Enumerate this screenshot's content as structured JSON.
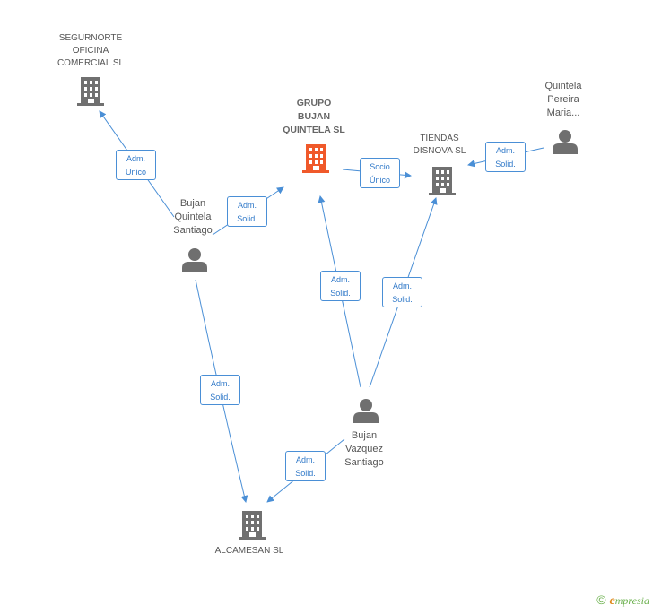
{
  "colors": {
    "edge": "#4a8fd6",
    "company_icon": "#707070",
    "main_company_icon": "#f0592a",
    "person_icon": "#6f6f6f",
    "brand_green": "#6ab04c",
    "brand_orange": "#e08a1e"
  },
  "nodes": {
    "segurnorte": {
      "label": "SEGURNORTE\nOFICINA\nCOMERCIAL  SL",
      "icon": "building-icon"
    },
    "grupo": {
      "label": "GRUPO\nBUJAN\nQUINTELA SL",
      "icon": "building-icon"
    },
    "tiendas": {
      "label": "TIENDAS\nDISNOVA SL",
      "icon": "building-icon"
    },
    "quintela": {
      "label": "Quintela\nPereira\nMaria...",
      "icon": "person-icon"
    },
    "bujan_qs": {
      "label": "Bujan\nQuintela\nSantiago",
      "icon": "person-icon"
    },
    "bujan_vs": {
      "label": "Bujan\nVazquez\nSantiago",
      "icon": "person-icon"
    },
    "alcamesan": {
      "label": "ALCAMESAN SL",
      "icon": "building-icon"
    }
  },
  "edges": {
    "e1": {
      "label": "Adm.\nUnico"
    },
    "e2": {
      "label": "Adm.\nSolid."
    },
    "e3": {
      "label": "Socio\nÚnico"
    },
    "e4": {
      "label": "Adm.\nSolid."
    },
    "e5": {
      "label": "Adm.\nSolid."
    },
    "e6": {
      "label": "Adm.\nSolid."
    },
    "e7": {
      "label": "Adm.\nSolid."
    },
    "e8": {
      "label": "Adm.\nSolid."
    }
  },
  "footer": {
    "copyright": "©",
    "brand_initial": "e",
    "brand_rest": "mpresia"
  }
}
